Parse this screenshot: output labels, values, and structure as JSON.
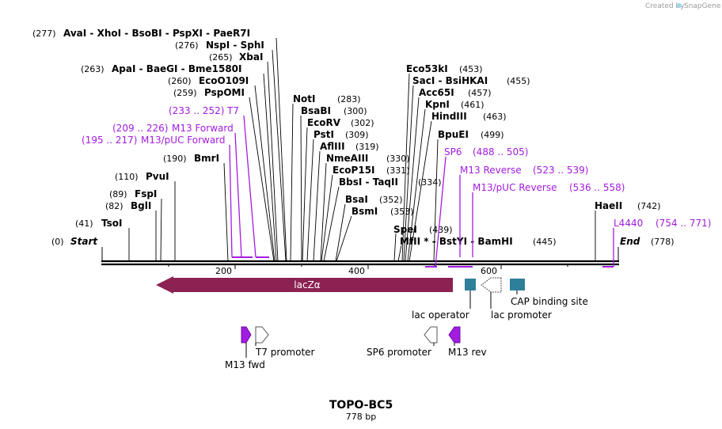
{
  "watermark": {
    "created_by": "Created by",
    "brand": "SnapGene"
  },
  "title": "TOPO-BC5",
  "length_label": "778 bp",
  "sequence_length": 778,
  "axis_ticks": [
    "200",
    "400",
    "600"
  ],
  "colors": {
    "lacZ": "#8b2252",
    "feature": "#2e7f99",
    "primer": "#a21ce0",
    "promoter": "#ffffff",
    "m13": "#a21ce0"
  },
  "sites": [
    {
      "pos": "(277)",
      "names": [
        "AvaI",
        "XhoI",
        "BsoBI",
        "PspXI",
        "PaeR7I"
      ],
      "bp": [
        277,
        277,
        277,
        277,
        277
      ]
    },
    {
      "pos": "(276)",
      "names": [
        "NspI",
        "SphI"
      ],
      "bp": [
        276,
        276
      ]
    },
    {
      "pos": "(265)",
      "names": [
        "XbaI"
      ],
      "bp": [
        265
      ]
    },
    {
      "pos": "(263)",
      "names": [
        "ApaI",
        "BaeGI",
        "Bme1580I"
      ],
      "bp": [
        263,
        263,
        263
      ]
    },
    {
      "pos": "(260)",
      "names": [
        "EcoO109I"
      ],
      "bp": [
        260
      ]
    },
    {
      "pos": "(259)",
      "names": [
        "PspOMI"
      ],
      "bp": [
        259
      ]
    },
    {
      "pos": "(190)",
      "names": [
        "BmrI"
      ],
      "bp": [
        190
      ]
    },
    {
      "pos": "(110)",
      "names": [
        "PvuI"
      ],
      "bp": [
        110
      ]
    },
    {
      "pos": "(89)",
      "names": [
        "FspI"
      ],
      "bp": [
        89
      ]
    },
    {
      "pos": "(82)",
      "names": [
        "BglI"
      ],
      "bp": [
        82
      ]
    },
    {
      "pos": "(41)",
      "names": [
        "TsoI"
      ],
      "bp": [
        41
      ]
    },
    {
      "pos": "(283)",
      "names": [
        "NotI"
      ],
      "bp": [
        283
      ]
    },
    {
      "pos": "(300)",
      "names": [
        "BsaBI"
      ],
      "bp": [
        300
      ]
    },
    {
      "pos": "(302)",
      "names": [
        "EcoRV"
      ],
      "bp": [
        302
      ]
    },
    {
      "pos": "(309)",
      "names": [
        "PstI"
      ],
      "bp": [
        309
      ]
    },
    {
      "pos": "(319)",
      "names": [
        "AflIII"
      ],
      "bp": [
        319
      ]
    },
    {
      "pos": "(330)",
      "names": [
        "NmeAIII"
      ],
      "bp": [
        330
      ]
    },
    {
      "pos": "(331)",
      "names": [
        "EcoP15I"
      ],
      "bp": [
        331
      ]
    },
    {
      "pos": "(334)",
      "names": [
        "BbsI",
        "TaqII"
      ],
      "bp": [
        334,
        334
      ]
    },
    {
      "pos": "(352)",
      "names": [
        "BsaI"
      ],
      "bp": [
        352
      ]
    },
    {
      "pos": "(353)",
      "names": [
        "BsmI"
      ],
      "bp": [
        353
      ]
    },
    {
      "pos": "(453)",
      "names": [
        "Eco53kI"
      ],
      "bp": [
        453
      ]
    },
    {
      "pos": "(455)",
      "names": [
        "SacI",
        "BsiHKAI"
      ],
      "bp": [
        455,
        455
      ]
    },
    {
      "pos": "(457)",
      "names": [
        "Acc65I"
      ],
      "bp": [
        457
      ]
    },
    {
      "pos": "(461)",
      "names": [
        "KpnI"
      ],
      "bp": [
        461
      ]
    },
    {
      "pos": "(463)",
      "names": [
        "HindIII"
      ],
      "bp": [
        463
      ]
    },
    {
      "pos": "(499)",
      "names": [
        "BpuEI"
      ],
      "bp": [
        499
      ]
    },
    {
      "pos": "(439)",
      "names": [
        "SpeI"
      ],
      "bp": [
        439
      ]
    },
    {
      "pos": "(445)",
      "names": [
        "MfII *",
        "BstYI",
        "BamHI"
      ],
      "bp": [
        445,
        445,
        445
      ]
    },
    {
      "pos": "(742)",
      "names": [
        "HaeII"
      ],
      "bp": [
        742
      ]
    }
  ],
  "ends": {
    "start": "Start",
    "start_pos": "(0)",
    "end": "End",
    "end_pos": "(778)"
  },
  "primers": [
    {
      "name": "T7",
      "range": "(233 .. 252)"
    },
    {
      "name": "M13 Forward",
      "range": "(209 .. 226)"
    },
    {
      "name": "M13/pUC Forward",
      "range": "(195 .. 217)"
    },
    {
      "name": "SP6",
      "range": "(488 .. 505)"
    },
    {
      "name": "M13 Reverse",
      "range": "(523 .. 539)"
    },
    {
      "name": "M13/pUC Reverse",
      "range": "(536 .. 558)"
    },
    {
      "name": "L4440",
      "range": "(754 .. 771)"
    }
  ],
  "features": {
    "lacZ": "lacZα",
    "lac_operator": "lac operator",
    "lac_promoter": "lac promoter",
    "cap_site": "CAP binding site",
    "t7_promoter": "T7 promoter",
    "m13_fwd": "M13 fwd",
    "sp6_promoter": "SP6 promoter",
    "m13_rev": "M13 rev"
  }
}
